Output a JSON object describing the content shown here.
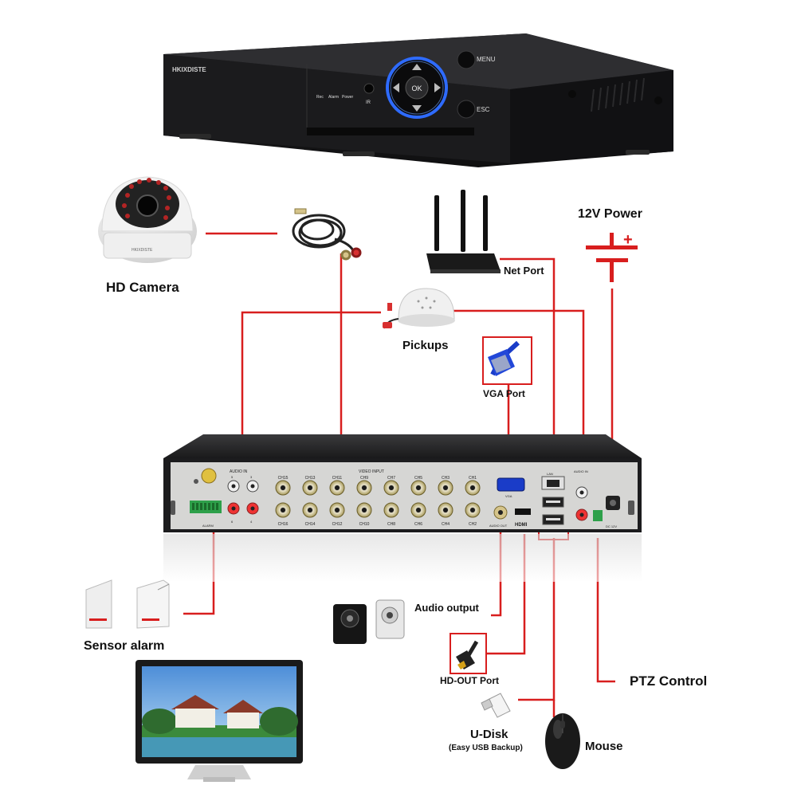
{
  "brand": "HKIXDISTE",
  "front_panel": {
    "indicators": [
      "Rec",
      "Alarm",
      "Power"
    ],
    "ir_label": "IR",
    "ok_label": "OK",
    "menu_label": "MENU",
    "esc_label": "ESC"
  },
  "labels": {
    "hd_camera": "HD Camera",
    "pickups": "Pickups",
    "net_port": "Net Port",
    "power": "12V Power",
    "vga_port": "VGA Port",
    "sensor_alarm": "Sensor alarm",
    "audio_output": "Audio output",
    "hd_out_port": "HD-OUT Port",
    "u_disk": "U-Disk",
    "u_disk_sub": "(Easy USB Backup)",
    "mouse": "Mouse",
    "ptz_control": "PTZ Control"
  },
  "rear_panel": {
    "audio_in_label": "AUDIO IN",
    "audio_in_right_label": "AUDIO IN",
    "video_input_label": "VIDEO INPUT",
    "audio_in_numbers": [
      "5",
      "3",
      "6",
      "4"
    ],
    "channels_top": [
      "CH15",
      "CH13",
      "CH11",
      "CH9",
      "CH7",
      "CH5",
      "CH3",
      "CH1"
    ],
    "channels_bottom": [
      "CH16",
      "CH14",
      "CH12",
      "CH10",
      "CH8",
      "CH6",
      "CH4",
      "CH2"
    ],
    "vga_label": "VGA",
    "audio_out_label": "AUDIO OUT",
    "hdmi_label": "HDMI",
    "lan_label": "LAN",
    "alarm_label": "ALARM",
    "dc_label": "DC 12V",
    "power_symbol": "+"
  },
  "colors": {
    "wire": "#d81e1e",
    "device_body": "#1c1c1e",
    "rear_panel": "#d6d6d4",
    "bnc_gold": "#c8b87a",
    "accent_blue": "#2e6bff"
  }
}
